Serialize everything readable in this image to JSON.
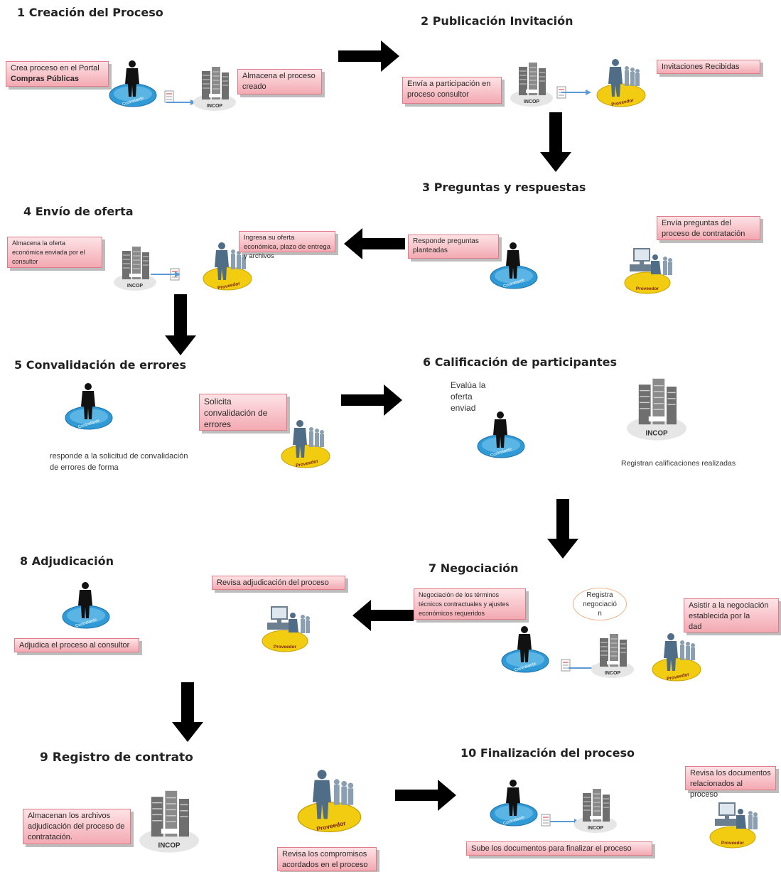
{
  "steps": {
    "s1": {
      "title": "1 Creación del Proceso",
      "box1_line1": "Crea proceso en el Portal",
      "box1_line2": "Compras Públicas",
      "box2": "Almacena el proceso creado"
    },
    "s2": {
      "title": "2 Publicación Invitación",
      "box1": "Envía a participación en proceso consultor",
      "box2": "Invitaciones Recibidas"
    },
    "s3": {
      "title": "3 Preguntas y respuestas",
      "box1": "Responde preguntas planteadas",
      "box2": "Envía preguntas del proceso de contratación"
    },
    "s4": {
      "title": "4 Envío de oferta",
      "box1": "Almacena la oferta económica enviada por el consultor",
      "box2": "Ingresa su oferta económica, plazo de entrega y archivos"
    },
    "s5": {
      "title": "5 Convalidación de errores",
      "box1": "Solicita convalidación de errores",
      "text1": "responde a la solicitud de convalidación de errores de forma"
    },
    "s6": {
      "title": "6 Calificación de participantes",
      "text1_l1": "Evalúa la",
      "text1_l2": "oferta",
      "text1_l3": "enviad",
      "text2": "Registran calificaciones realizadas"
    },
    "s7": {
      "title": "7 Negociación",
      "box1": "Negociación de los términos técnicos contractuales y ajustes económicos requeridos",
      "oval_l1": "Registra",
      "oval_l2": "negociació",
      "oval_l3": "n",
      "box2_l1": "Asistir a la negociación",
      "box2_l2": "establecida por la",
      "box2_l3": "dad"
    },
    "s8": {
      "title": "8 Adjudicación",
      "box1": "Revisa adjudicación del proceso",
      "box2": "Adjudica el proceso al consultor"
    },
    "s9": {
      "title": "9 Registro de contrato",
      "box1": "Almacenan los archivos adjudicación del proceso de contratación.",
      "box2": "Revisa los compromisos acordados en el proceso"
    },
    "s10": {
      "title": "10 Finalización del proceso",
      "box1": "Sube los documentos para finalizar el proceso",
      "box2": "Revisa los documentos relacionados al proceso"
    }
  },
  "icon_labels": {
    "contratante": "Contratante",
    "incop": "INCOP",
    "proveedor": "Proveedor"
  },
  "colors": {
    "box_fill": "#f3a9b2",
    "contratante_disc": "#2f9ad6",
    "proveedor_disc": "#f2cc10",
    "arrow": "#000000"
  }
}
